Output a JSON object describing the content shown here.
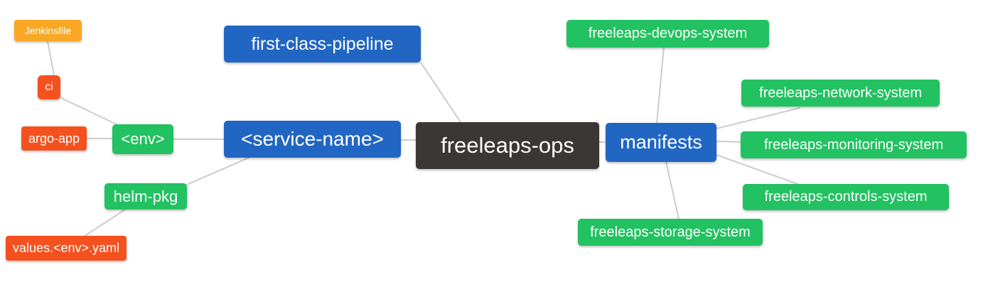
{
  "palette": {
    "blue": "#2266c3",
    "green": "#22c161",
    "red": "#f4511e",
    "orange": "#f9a825",
    "dark": "#3b3735",
    "edge": "#cccccc",
    "background": "#ffffff",
    "text": "#ffffff"
  },
  "mindmap": {
    "root_label": "freeleaps-ops",
    "nodes": {
      "jenkinsfile": {
        "label": "Jenkinsfile",
        "color": "orange"
      },
      "ci": {
        "label": "ci",
        "color": "red"
      },
      "argo_app": {
        "label": "argo-app",
        "color": "red"
      },
      "env": {
        "label": "<env>",
        "color": "green"
      },
      "helm_pkg": {
        "label": "helm-pkg",
        "color": "green"
      },
      "values_env_yaml": {
        "label": "values.<env>.yaml",
        "color": "red"
      },
      "first_class_pipeline": {
        "label": "first-class-pipeline",
        "color": "blue"
      },
      "service_name": {
        "label": "<service-name>",
        "color": "blue"
      },
      "freeleaps_ops": {
        "label": "freeleaps-ops",
        "color": "dark"
      },
      "manifests": {
        "label": "manifests",
        "color": "blue"
      },
      "devops_system": {
        "label": "freeleaps-devops-system",
        "color": "green"
      },
      "network_system": {
        "label": "freeleaps-network-system",
        "color": "green"
      },
      "monitoring_system": {
        "label": "freeleaps-monitoring-system",
        "color": "green"
      },
      "controls_system": {
        "label": "freeleaps-controls-system",
        "color": "green"
      },
      "storage_system": {
        "label": "freeleaps-storage-system",
        "color": "green"
      }
    },
    "edges": [
      {
        "from": "Jenkinsfile",
        "to": "ci"
      },
      {
        "from": "ci",
        "to": "<env>"
      },
      {
        "from": "argo-app",
        "to": "<env>"
      },
      {
        "from": "<env>",
        "to": "<service-name>"
      },
      {
        "from": "helm-pkg",
        "to": "<service-name>"
      },
      {
        "from": "values.<env>.yaml",
        "to": "helm-pkg"
      },
      {
        "from": "first-class-pipeline",
        "to": "freeleaps-ops"
      },
      {
        "from": "<service-name>",
        "to": "freeleaps-ops"
      },
      {
        "from": "freeleaps-ops",
        "to": "manifests"
      },
      {
        "from": "manifests",
        "to": "freeleaps-devops-system"
      },
      {
        "from": "manifests",
        "to": "freeleaps-network-system"
      },
      {
        "from": "manifests",
        "to": "freeleaps-monitoring-system"
      },
      {
        "from": "manifests",
        "to": "freeleaps-controls-system"
      },
      {
        "from": "manifests",
        "to": "freeleaps-storage-system"
      }
    ]
  }
}
